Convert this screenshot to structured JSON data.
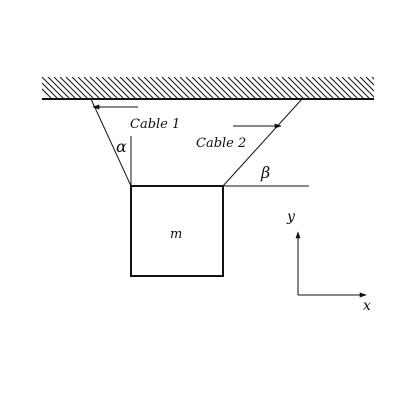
{
  "labels": {
    "cable1": "Cable 1",
    "cable2": "Cable 2",
    "alpha": "α",
    "beta": "β",
    "mass": "m",
    "x_axis": "x",
    "y_axis": "y"
  },
  "colors": {
    "ink": "#111111",
    "background": "#ffffff"
  }
}
